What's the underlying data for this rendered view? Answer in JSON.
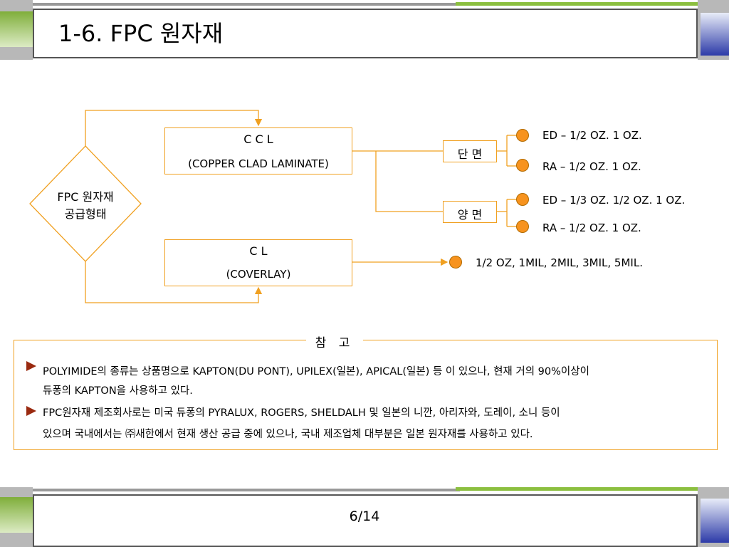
{
  "header": {
    "title": "1-6. FPC 원자재"
  },
  "diagram": {
    "diamond_label_line1": "FPC 원자재",
    "diamond_label_line2": "공급형태",
    "ccl_title": "C C L",
    "ccl_subtitle": "(COPPER CLAD LAMINATE)",
    "cl_title": "C  L",
    "cl_subtitle": "(COVERLAY)",
    "single_side": "단 면",
    "double_side": "양 면",
    "single_ed": "ED – 1/2 OZ.  1 OZ.",
    "single_ra": "RA – 1/2 OZ.  1 OZ.",
    "double_ed": "ED – 1/3 OZ. 1/2 OZ.  1 OZ.",
    "double_ra": "RA – 1/2 OZ.  1 OZ.",
    "cl_spec": "1/2 OZ, 1MIL, 2MIL, 3MIL, 5MIL.",
    "accent_color": "#f0a020",
    "circle_color": "#f7931e"
  },
  "note": {
    "title": "참 고",
    "para1_line1": "POLYIMIDE의 종류는 상품명으로 KAPTON(DU PONT), UPILEX(일본), APICAL(일본) 등 이 있으나, 현재 거의 90%이상이",
    "para1_line2": "듀퐁의  KAPTON을 사용하고 있다.",
    "para2_line1": "FPC원자재 제조회사로는 미국 듀퐁의 PYRALUX, ROGERS, SHELDALH 및 일본의 니깐, 아리자와, 도레이, 소니 등이",
    "para2_line2": "있으며 국내에서는  ㈜새한에서 현재 생산 공급 중에 있으나, 국내 제조업체 대부분은 일본 원자재를 사용하고 있다.",
    "bullet_icon": "triangle-bullet-icon"
  },
  "footer": {
    "page": "6/14"
  }
}
